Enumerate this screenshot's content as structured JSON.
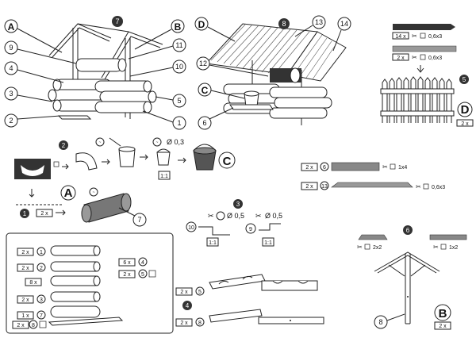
{
  "labels": {
    "A": "A",
    "B": "B",
    "C": "C",
    "D": "D"
  },
  "steps": {
    "s1": "1",
    "s2": "2",
    "s3": "3",
    "s4": "4",
    "s5": "5",
    "s6": "6",
    "s7": "7",
    "s8": "8"
  },
  "parts": {
    "p1": "1",
    "p2": "2",
    "p3": "3",
    "p4": "4",
    "p5": "5",
    "p6": "6",
    "p7": "7",
    "p8": "8",
    "p9": "9",
    "p10": "10",
    "p11": "11",
    "p12": "12",
    "p13": "13",
    "p14": "14"
  },
  "qty": {
    "x2": "2 x",
    "x6": "6 x",
    "x8": "8 x",
    "x14": "14 x",
    "x1": "1 x"
  },
  "dims": {
    "d06x3": "0,6x3",
    "d1x4": "1x4",
    "d2x2": "2x2",
    "d1x2": "1x2",
    "phi03": "Ø 0,3",
    "phi05": "Ø 0,5",
    "ratio": "1:1"
  }
}
